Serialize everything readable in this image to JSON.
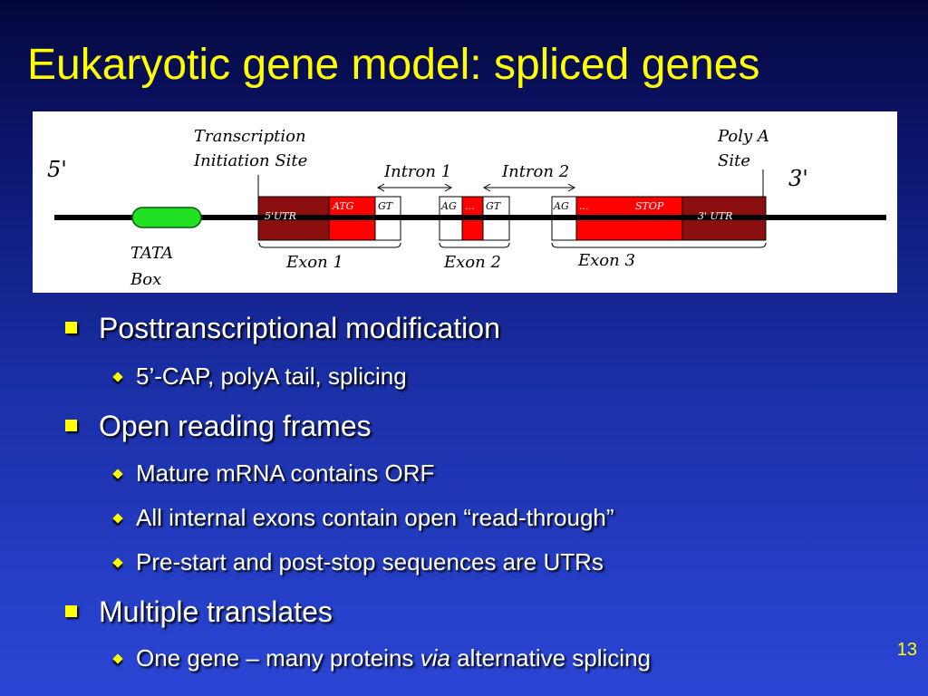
{
  "slide": {
    "title": "Eukaryotic gene model: spliced genes",
    "page_number": "13"
  },
  "diagram": {
    "five_prime": "5'",
    "three_prime": "3'",
    "tsi_line1": "Transcription",
    "tsi_line2": "Initiation Site",
    "polya_line1": "Poly A",
    "polya_line2": "Site",
    "intron1": "Intron 1",
    "intron2": "Intron 2",
    "exon1": "Exon 1",
    "exon2": "Exon 2",
    "exon3": "Exon 3",
    "tata_line1": "TATA",
    "tata_line2": "Box",
    "utr5": "5'UTR",
    "utr3": "3' UTR",
    "atg": "ATG",
    "gt1": "GT",
    "ag1": "AG",
    "dots1": "...",
    "gt2": "GT",
    "ag2": "AG",
    "dots2": "...",
    "stop": "STOP",
    "colors": {
      "dark_red": "#8b0f0f",
      "red": "#ff0000",
      "green": "#22e022",
      "black": "#000000"
    }
  },
  "bullets": {
    "b1": {
      "text": "Posttranscriptional modification",
      "sub1": "5’-CAP, polyA tail, splicing"
    },
    "b2": {
      "text": "Open reading frames",
      "sub1": "Mature mRNA contains ORF",
      "sub2": "All internal exons contain open “read-through”",
      "sub3": "Pre-start and post-stop sequences are UTRs"
    },
    "b3": {
      "text": "Multiple translates",
      "sub1_pre": "One gene – many proteins ",
      "sub1_em": "via",
      "sub1_post": " alternative splicing"
    }
  }
}
